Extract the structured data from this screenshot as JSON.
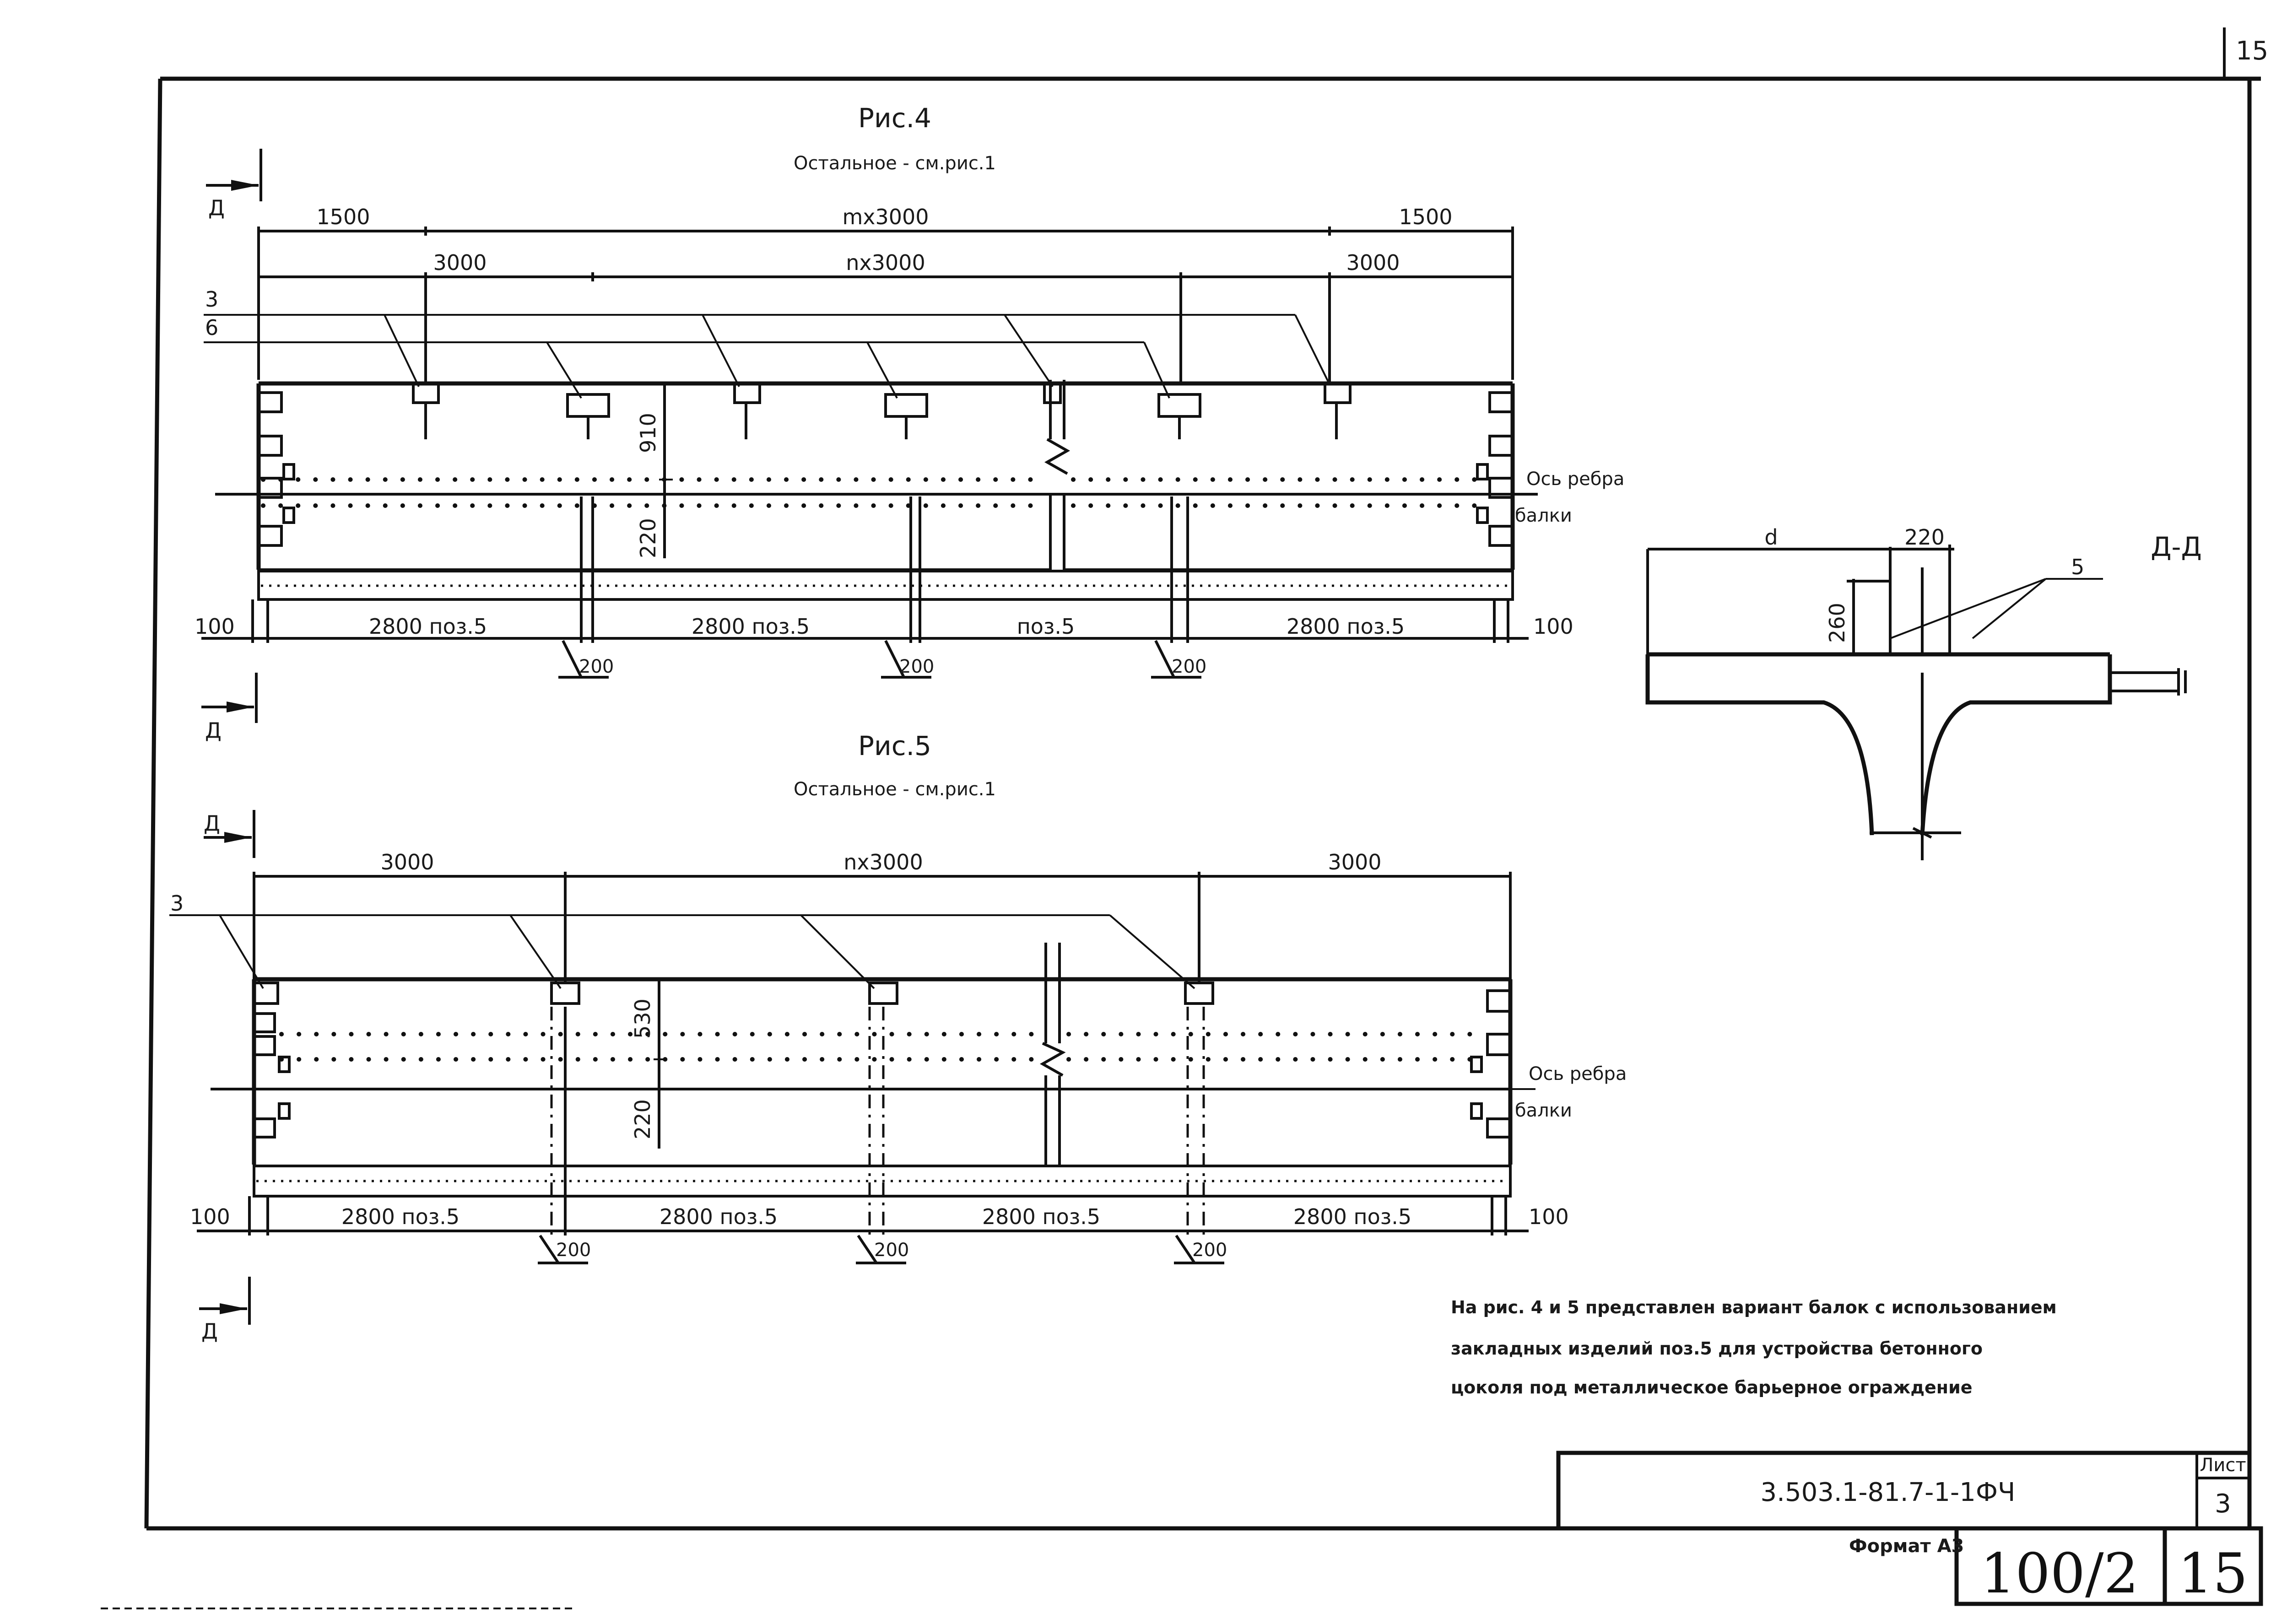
{
  "page": {
    "sheet_corner_number": "15"
  },
  "fig4": {
    "title": "Рис.4",
    "subtitle": "Остальное - см.рис.1",
    "dims_top": [
      "1500",
      "mx3000",
      "1500"
    ],
    "dims_mid": [
      "3000",
      "nx3000",
      "3000"
    ],
    "callouts": [
      "3",
      "6"
    ],
    "vertical_dims": [
      "910",
      "220"
    ],
    "axis_label_1": "Ось ребра",
    "axis_label_2": "балки",
    "bottom_dims": [
      "100",
      "2800 поз.5",
      "2800 поз.5",
      "поз.5",
      "2800 поз.5",
      "100"
    ],
    "gaps": [
      "200",
      "200",
      "200"
    ],
    "section_mark": "Д"
  },
  "fig5": {
    "title": "Рис.5",
    "subtitle": "Остальное - см.рис.1",
    "dims_top": [
      "3000",
      "nx3000",
      "3000"
    ],
    "callouts": [
      "3"
    ],
    "vertical_dims": [
      "530",
      "220"
    ],
    "axis_label_1": "Ось ребра",
    "axis_label_2": "балки",
    "bottom_dims": [
      "100",
      "2800 поз.5",
      "2800 поз.5",
      "2800 поз.5",
      "2800 поз.5",
      "100"
    ],
    "gaps": [
      "200",
      "200",
      "200"
    ],
    "section_mark": "Д"
  },
  "section": {
    "title": "Д-Д",
    "dim_d": "d",
    "dim_220": "220",
    "dim_260": "260",
    "callout": "5"
  },
  "note": {
    "line1": "На рис. 4 и 5 представлен вариант балок с использованием",
    "line2": "закладных изделий поз.5 для устройства бетонного",
    "line3": "цоколя под металлическое барьерное ограждение"
  },
  "stamp": {
    "code": "3.503.1-81.7-1-1ФЧ",
    "sheet_label": "Лист",
    "sheet_number": "3",
    "format_label": "Формат А3",
    "album": "100/2",
    "page_number": "15"
  }
}
